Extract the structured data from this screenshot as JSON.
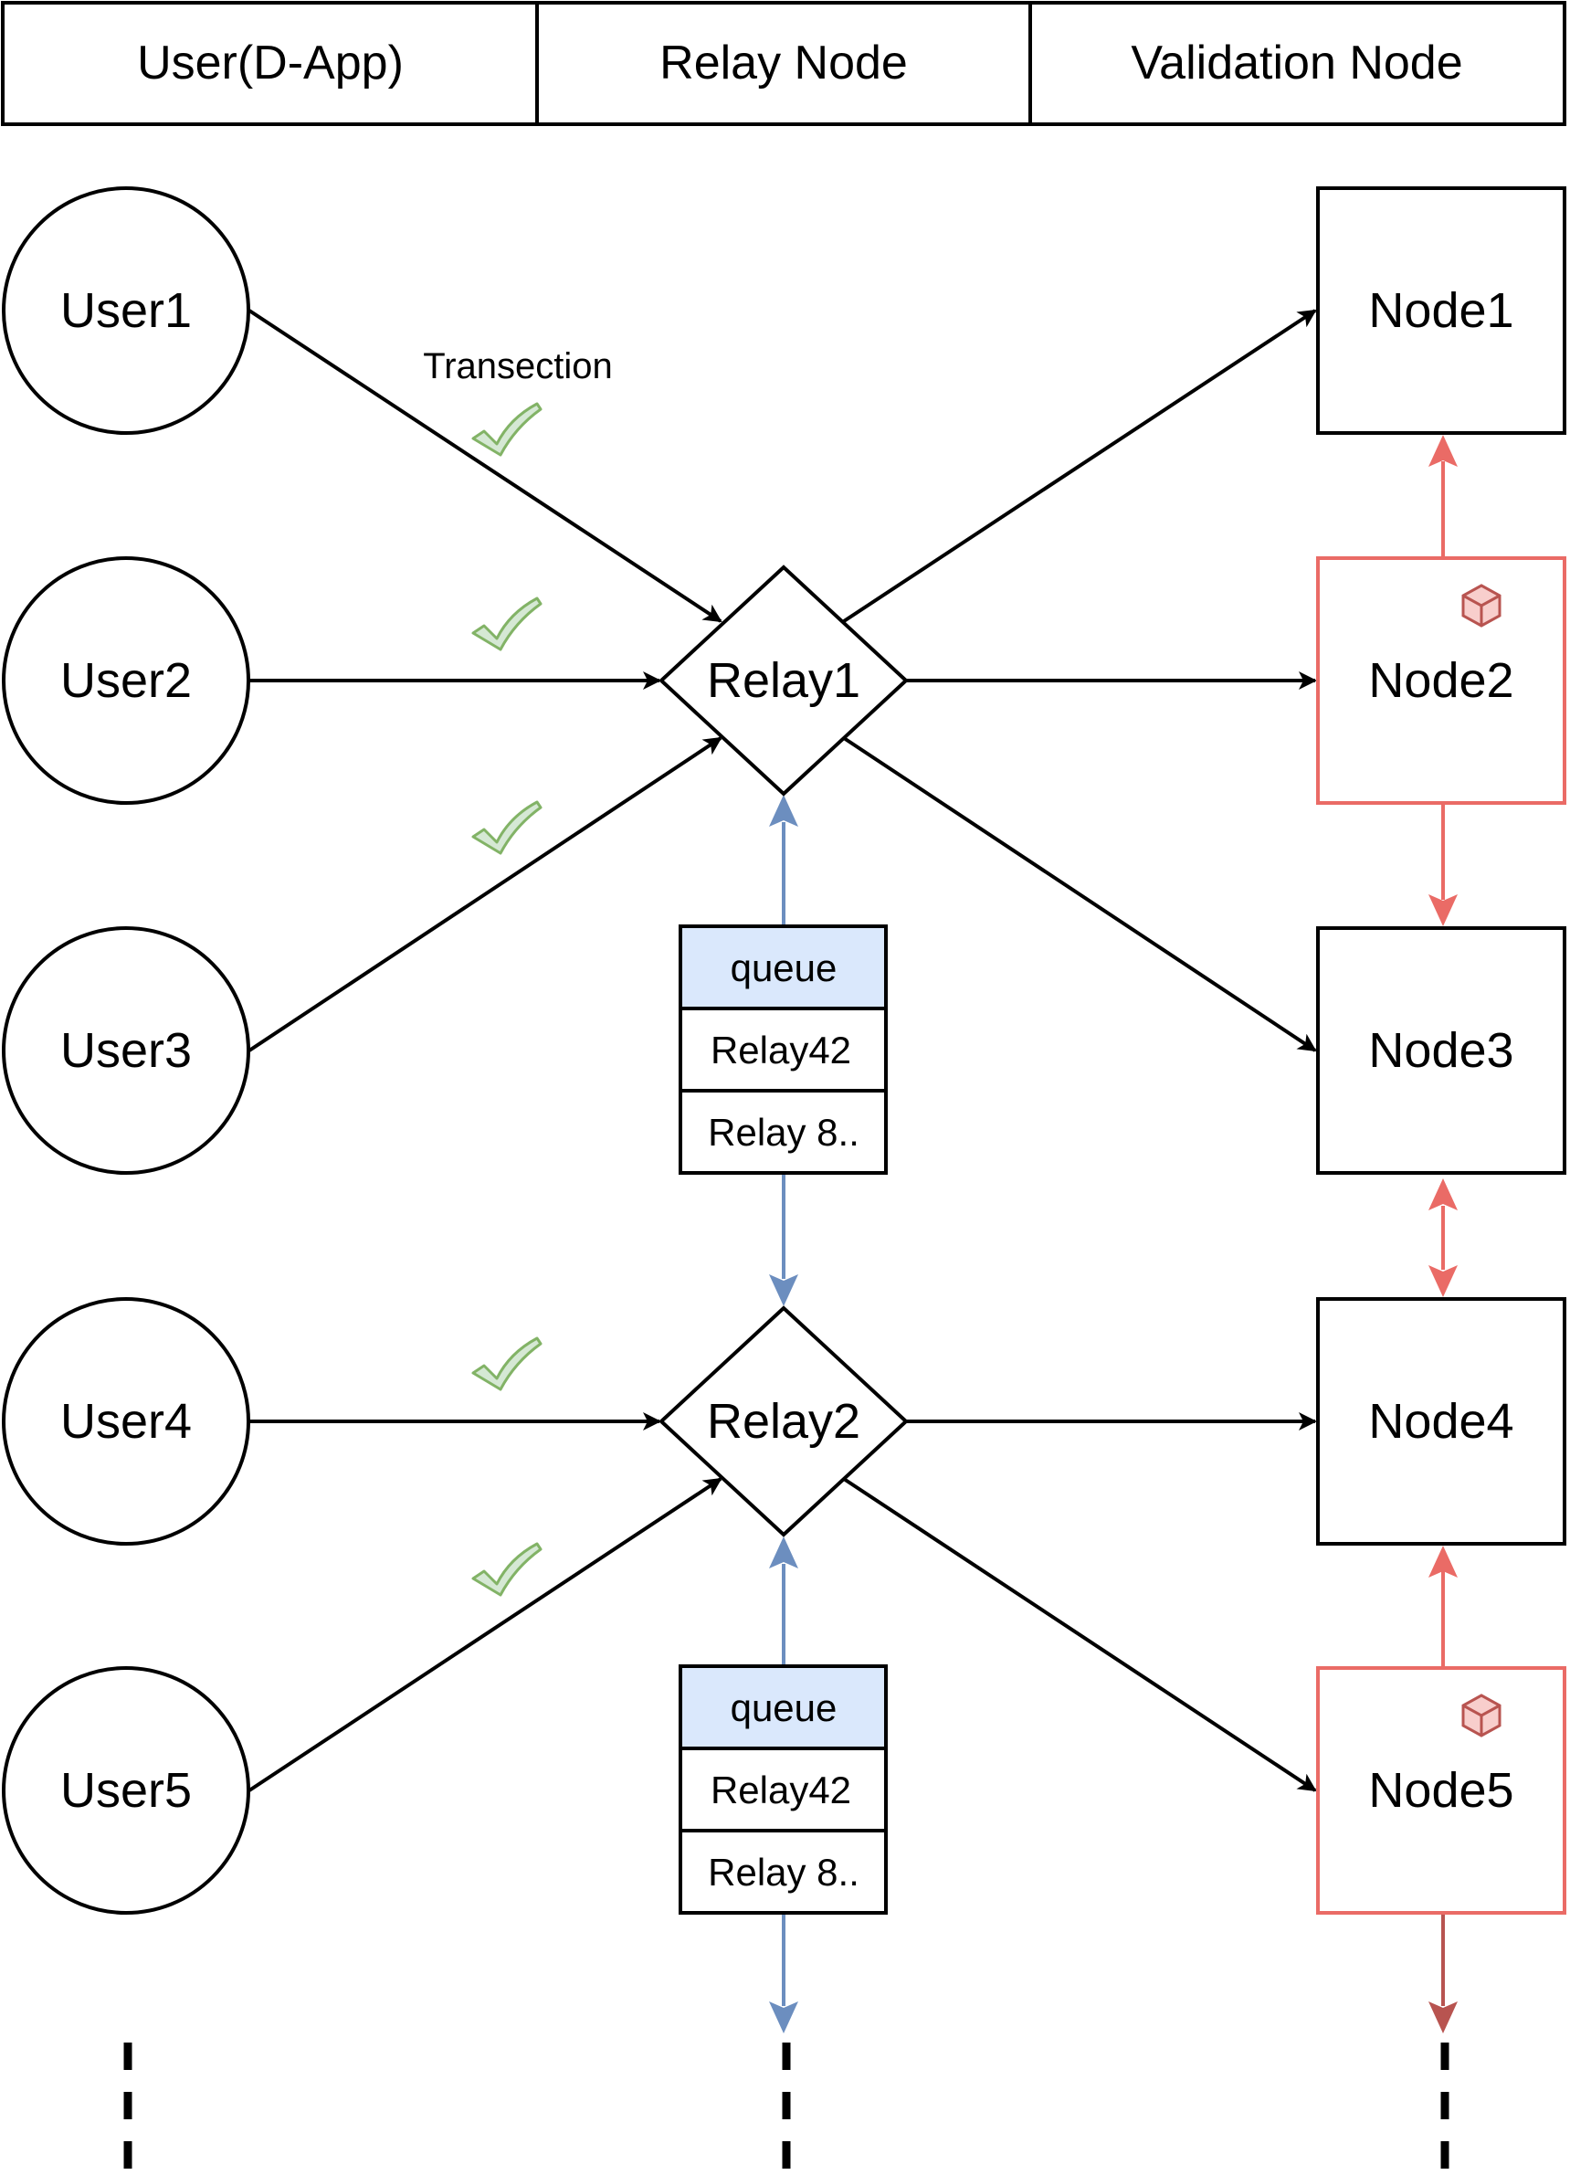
{
  "header": {
    "columns": [
      "User(D-App)",
      "Relay Node",
      "Validation Node"
    ]
  },
  "users": [
    "User1",
    "User2",
    "User3",
    "User4",
    "User5"
  ],
  "relays": [
    "Relay1",
    "Relay2"
  ],
  "nodes": [
    "Node1",
    "Node2",
    "Node3",
    "Node4",
    "Node5"
  ],
  "queues": [
    {
      "title": "queue",
      "items": [
        "Relay42",
        "Relay 8.."
      ]
    },
    {
      "title": "queue",
      "items": [
        "Relay42",
        "Relay 8.."
      ]
    }
  ],
  "edge_label": "Transection",
  "colors": {
    "black": "#000000",
    "red": "#EA6B66",
    "dark_red": "#B85450",
    "blue": "#6C8EBF",
    "queue_header": "#DAE8FC",
    "check_green": "#82B366",
    "check_fill": "#D5E8D4",
    "cube_fill": "#F8CECC"
  },
  "icons": [
    "checkmark-icon",
    "cube-icon"
  ]
}
